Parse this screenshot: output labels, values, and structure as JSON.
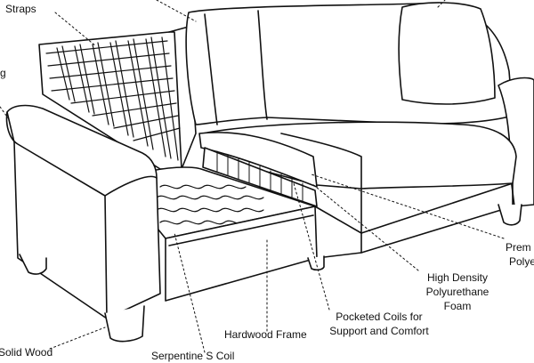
{
  "labels": {
    "straps": "Straps",
    "left_edge_partial": "g",
    "solid_wood": "Solid Wood",
    "serpentine_partial": "Serpentine S Coil",
    "hardwood_frame": "Hardwood Frame",
    "pocketed_coils_line1": "Pocketed Coils for",
    "pocketed_coils_line2": "Support and Comfort",
    "hdf_line1": "High Density",
    "hdf_line2": "Polyurethane",
    "hdf_line3": "Foam",
    "premium_line1": "Prem",
    "premium_line2": "Polye"
  }
}
